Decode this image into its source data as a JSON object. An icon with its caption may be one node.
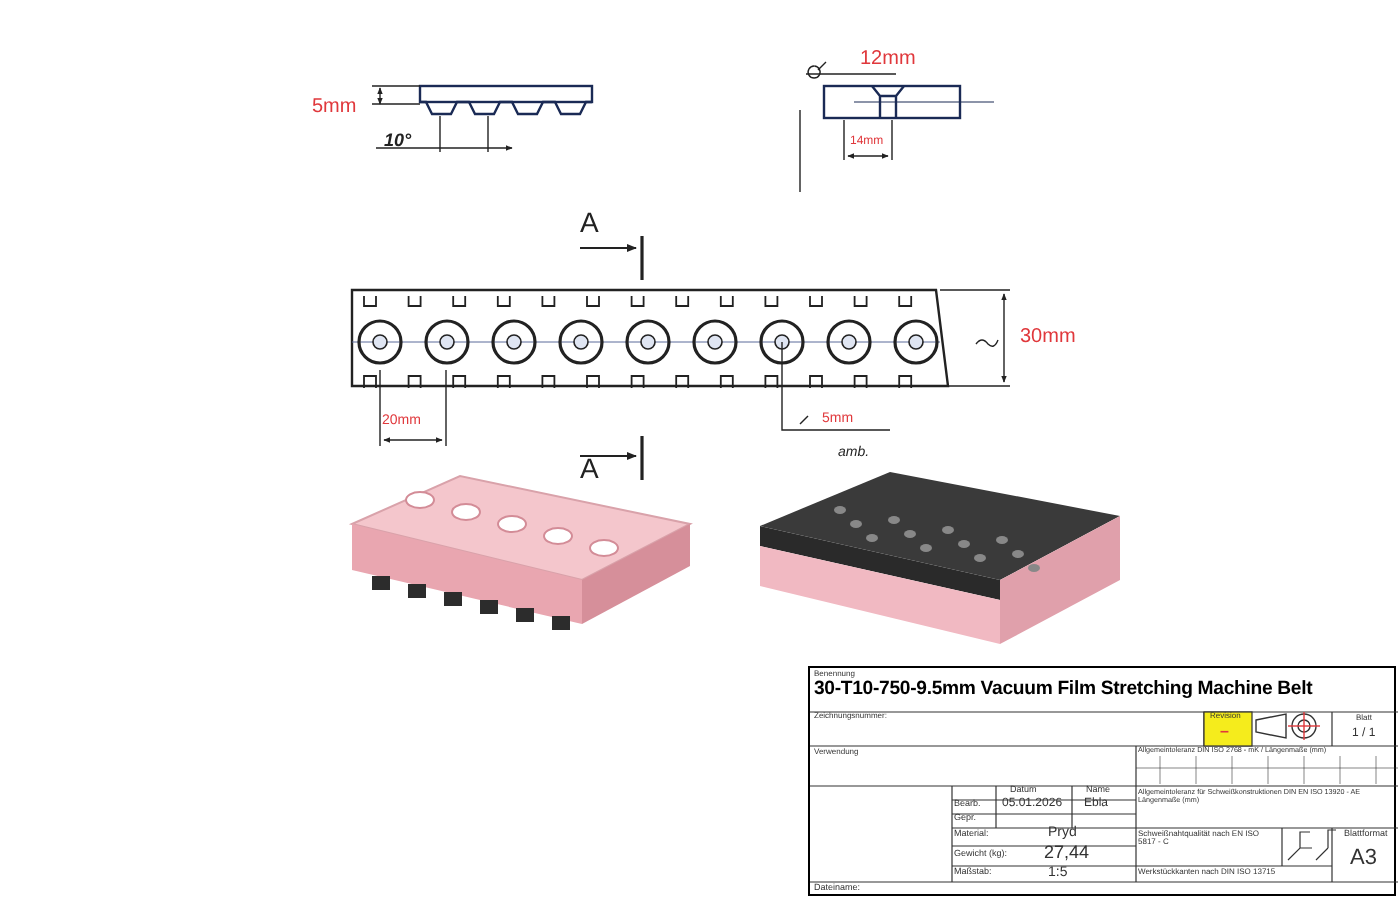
{
  "diagram": {
    "title": "30-T10-750-9.5mm Vacuum Film Stretching Machine Belt",
    "labels": [
      "5mm",
      "10°",
      "12mm",
      "14mm",
      "A",
      "30mm",
      "20mm",
      "5mm",
      "A",
      "amb.",
      "Benennung",
      "Zeichnungsnummer:",
      "Revision",
      "–",
      "Blatt",
      "1 / 1",
      "Verwendung",
      "Allgemeintoleranz DIN ISO 2768 - mK / Längenmaße (mm)",
      "Allgemeintoleranz für Schweißkonstruktionen DIN EN ISO 13920 - AE Längenmaße (mm)",
      "Datum",
      "Name",
      "Bearb.",
      "05.01.2026",
      "Ebla",
      "Gepr.",
      "Material:",
      "Pryd",
      "Gewicht (kg):",
      "27,44",
      "Maßstab:",
      "1:5",
      "Schweißnahtqualität nach EN ISO 5817 - C",
      "Blattformat",
      "A3",
      "Werkstückkanten nach DIN ISO 13715",
      "Dateiname:"
    ]
  }
}
